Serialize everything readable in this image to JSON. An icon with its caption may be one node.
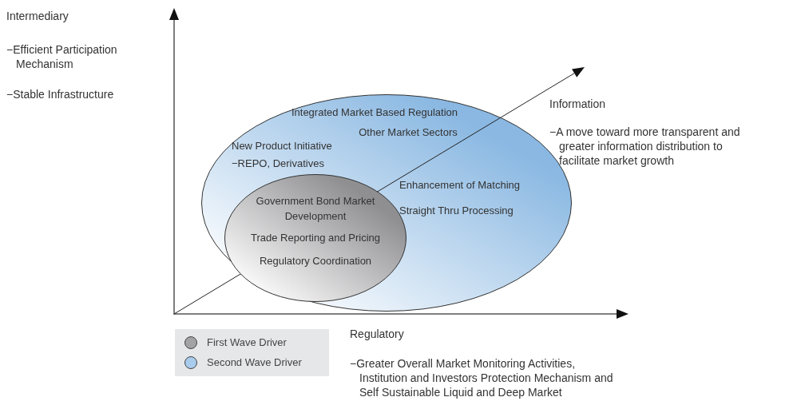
{
  "diagram": {
    "nodes": [
      {
        "text": [
          "Integrated Market Based Regulation",
          "Other Market Sectors",
          "New Product Initiative",
          "−REPO, Derivatives",
          "Enhancement of Matching",
          "Straight Thru Processing"
        ]
      },
      {
        "text": [
          "Government Bond Market Development",
          "Trade Reporting and Pricing",
          "Regulatory Coordination"
        ],
        "in": 0
      }
    ],
    "edges": [],
    "labels": [
      "Intermediary",
      "−Efficient Participation Mechanism",
      "−Stable Infrastructure",
      "Information",
      "−A move toward more transparent and greater information distribution to facilitate market growth",
      "Regulatory",
      "−Greater Overall Market Monitoring Activities, Institution and Investors Protection Mechanism and Self Sustainable Liquid and Deep Market"
    ],
    "legend": [
      {
        "text": "First Wave Driver",
        "color": "#a3a3a5"
      },
      {
        "text": "Second Wave Driver",
        "color": "#a9cbec"
      }
    ]
  }
}
